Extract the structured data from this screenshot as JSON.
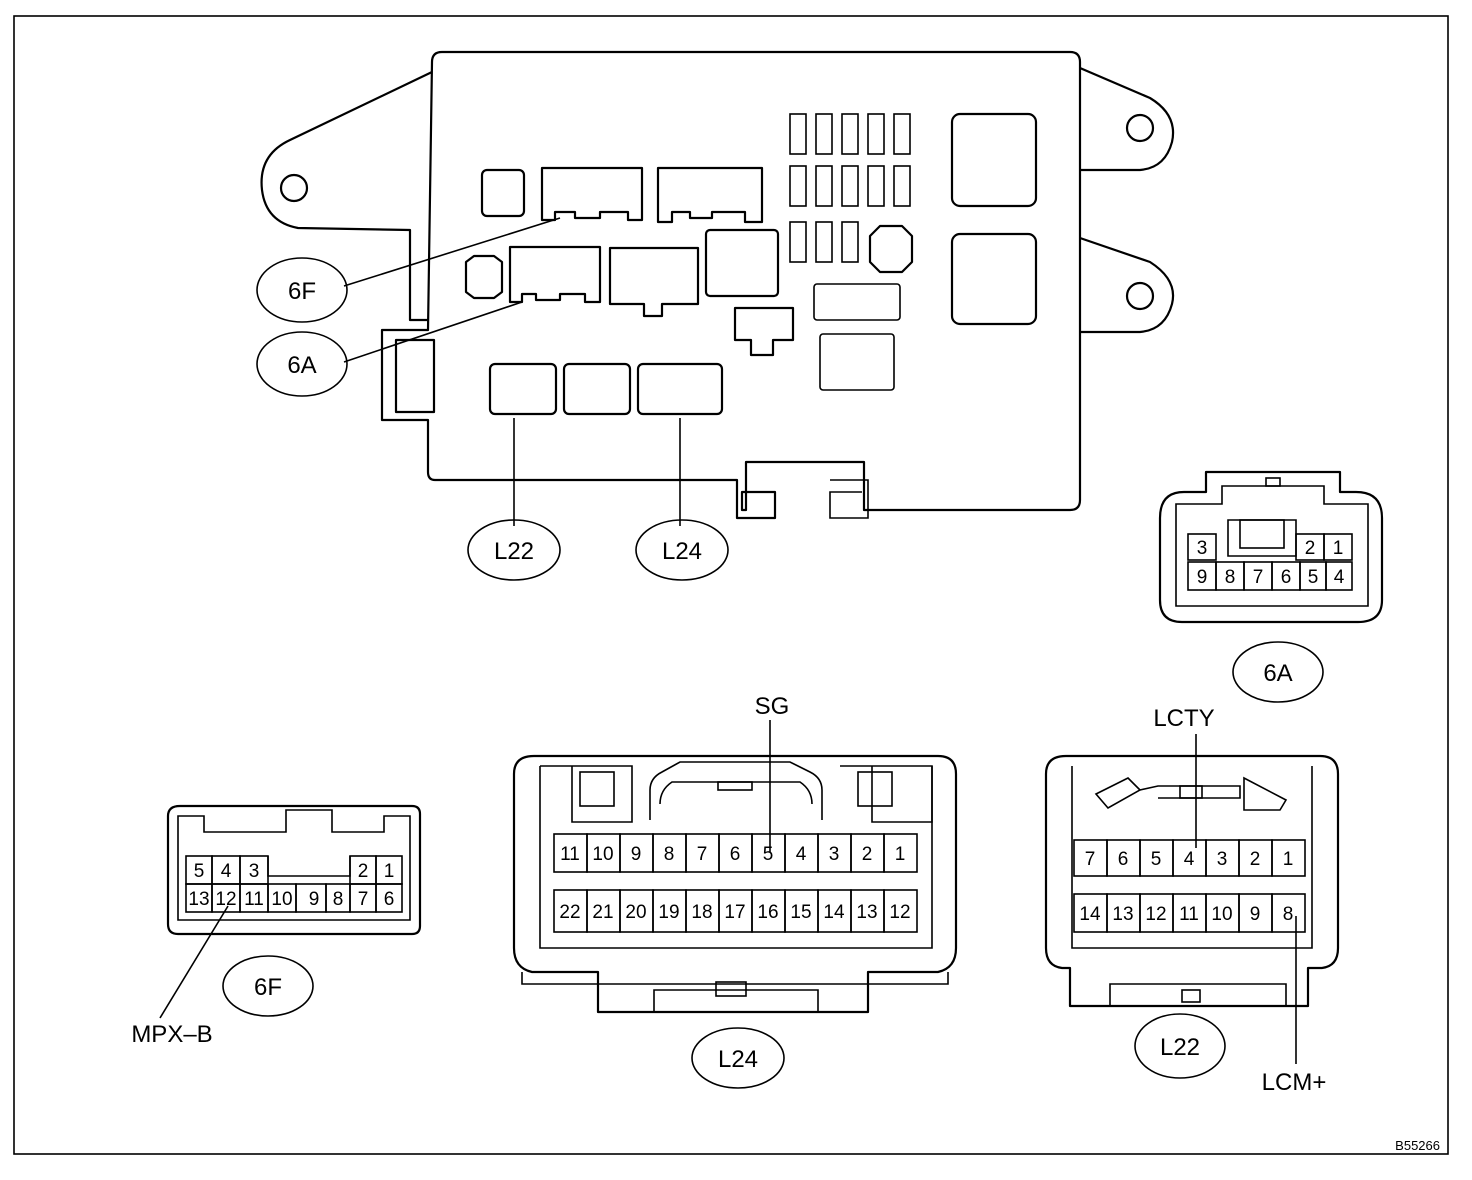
{
  "figure_id": "B55266",
  "junction_block_callouts": {
    "c6F": "6F",
    "c6A": "6A",
    "cL22": "L22",
    "cL24": "L24"
  },
  "connectors": {
    "c6A": {
      "label": "6A",
      "pins_top": [
        "3",
        "2",
        "1"
      ],
      "pins_bottom": [
        "9",
        "8",
        "7",
        "6",
        "5",
        "4"
      ]
    },
    "c6F": {
      "label": "6F",
      "pins_top": [
        "5",
        "4",
        "3",
        "2",
        "1"
      ],
      "pins_bottom": [
        "13",
        "12",
        "11",
        "10",
        "9",
        "8",
        "7",
        "6"
      ],
      "signal": "MPX–B"
    },
    "cL24": {
      "label": "L24",
      "pins_top": [
        "11",
        "10",
        "9",
        "8",
        "7",
        "6",
        "5",
        "4",
        "3",
        "2",
        "1"
      ],
      "pins_bottom": [
        "22",
        "21",
        "20",
        "19",
        "18",
        "17",
        "16",
        "15",
        "14",
        "13",
        "12"
      ],
      "signal": "SG"
    },
    "cL22": {
      "label": "L22",
      "pins_top": [
        "7",
        "6",
        "5",
        "4",
        "3",
        "2",
        "1"
      ],
      "pins_bottom": [
        "14",
        "13",
        "12",
        "11",
        "10",
        "9",
        "8"
      ],
      "signal_top": "LCTY",
      "signal_bottom": "LCM+"
    }
  }
}
